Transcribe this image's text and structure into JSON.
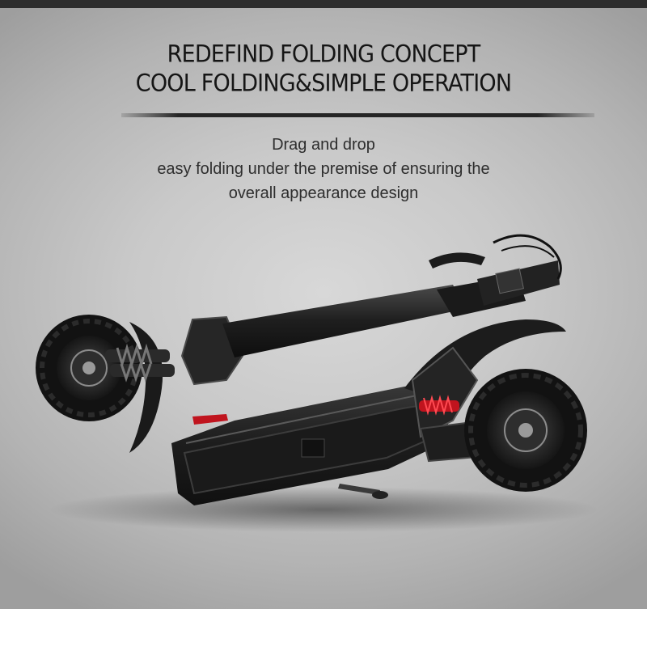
{
  "headline": {
    "line1": "REDEFIND FOLDING CONCEPT",
    "line2": "COOL FOLDING&SIMPLE OPERATION"
  },
  "description": {
    "line1": "Drag and drop",
    "line2": "easy folding under the premise of ensuring the",
    "line3": "overall appearance design"
  },
  "colors": {
    "background": "#c9c9c9",
    "text": "#151515",
    "scooter_body": "#1c1c1c",
    "accent_red": "#c0141e"
  }
}
